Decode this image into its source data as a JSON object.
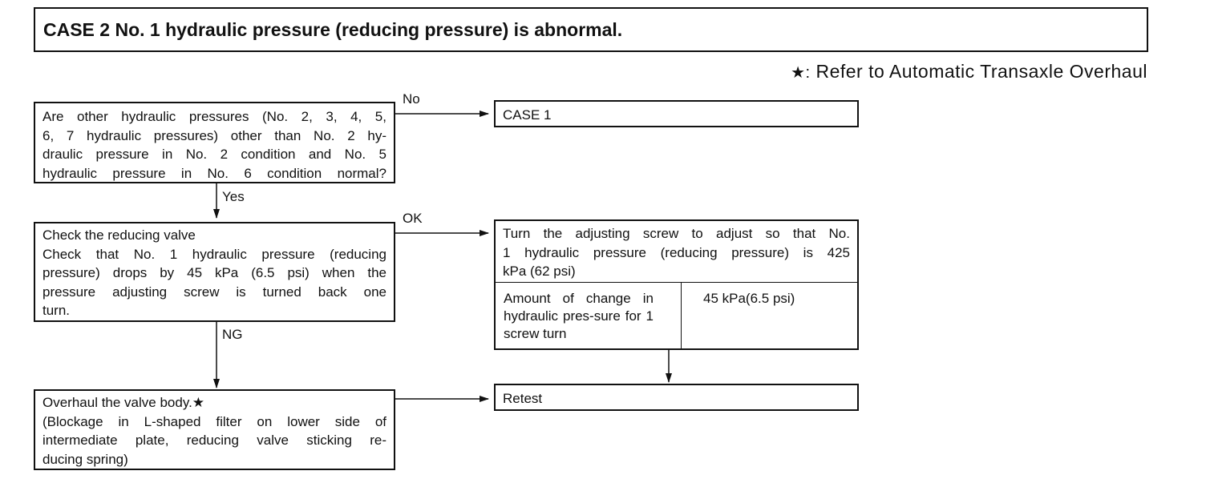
{
  "title": "CASE 2 No. 1 hydraulic pressure (reducing pressure) is abnormal.",
  "note": {
    "symbol": "★:",
    "text": "Refer to Automatic Transaxle Overhaul"
  },
  "q1": {
    "lines": [
      "Are other hydraulic pressures (No. 2, 3, 4, 5,",
      "6, 7 hydraulic pressures) other than No. 2 hy-",
      "draulic pressure in No. 2 condition and No. 5",
      "hydraulic pressure in No. 6 condition normal?"
    ]
  },
  "label_no": "No",
  "label_yes": "Yes",
  "label_ok": "OK",
  "label_ng": "NG",
  "case1": "CASE 1",
  "check": {
    "lines": [
      "Check the reducing valve",
      "Check that No. 1 hydraulic pressure (reducing",
      "pressure) drops by 45 kPa (6.5 psi) when the",
      "pressure adjusting screw is turned back one",
      "turn."
    ]
  },
  "adjust": {
    "lines": [
      "Turn the adjusting screw to adjust so that No.",
      "1 hydraulic pressure (reducing pressure) is 425",
      "kPa (62 psi)"
    ],
    "table": {
      "label": "Amount of change in hydraulic pres-sure for 1 screw turn",
      "value": "45 kPa(6.5 psi)"
    }
  },
  "overhaul": {
    "lines": [
      "Overhaul the valve body.★",
      "(Blockage in L-shaped filter on lower side of",
      "intermediate plate, reducing valve sticking re-",
      "ducing spring)"
    ]
  },
  "retest": "Retest"
}
